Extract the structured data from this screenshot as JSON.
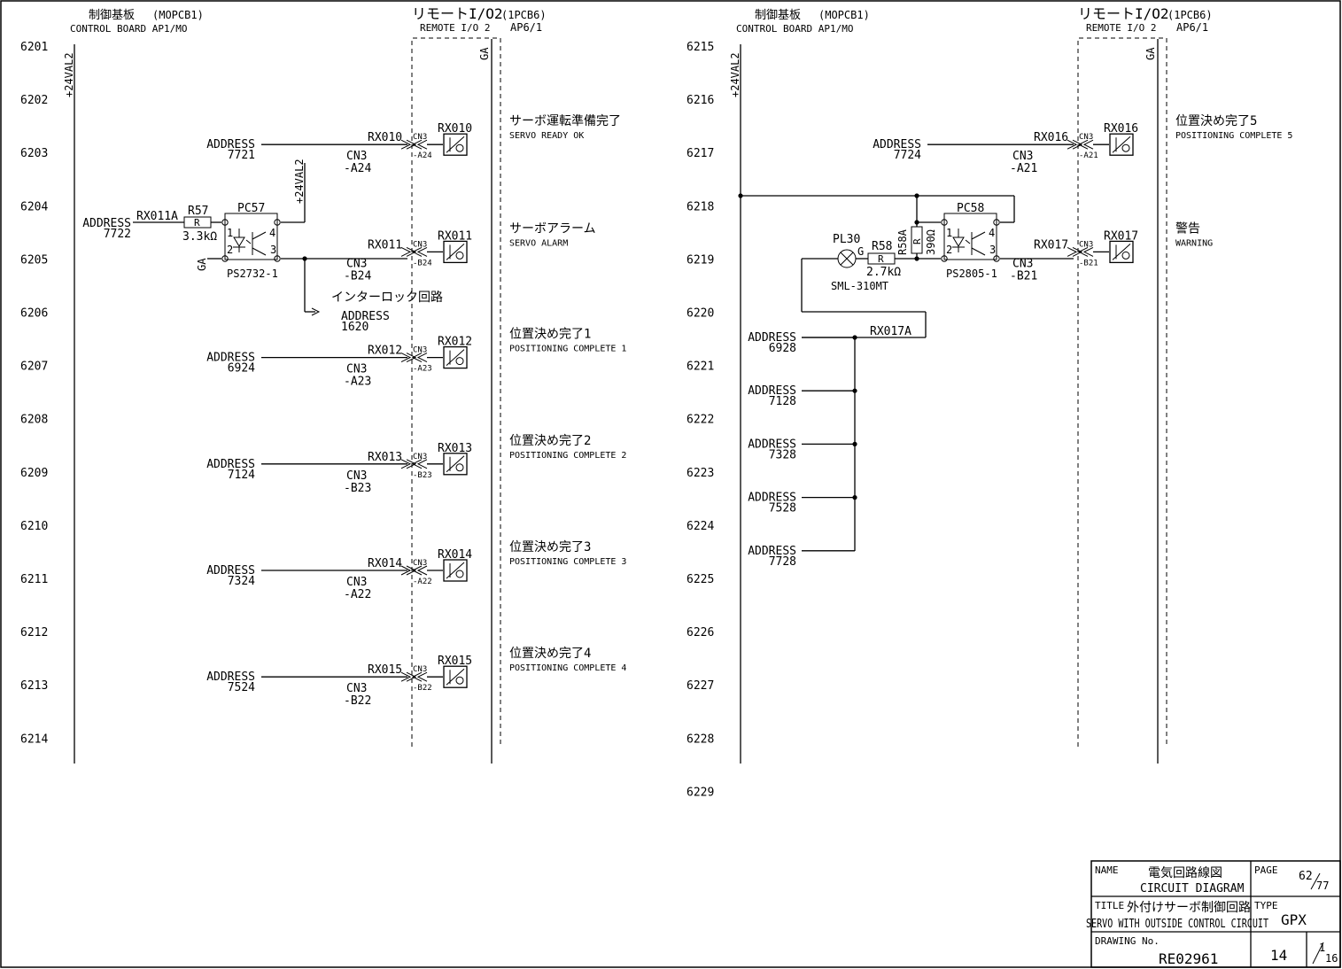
{
  "left": {
    "header": {
      "board_jp": "制御基板",
      "board_code": "(MOPCB1)",
      "board_en": "CONTROL BOARD  AP1/MO",
      "remote_jp": "リモートI/O2",
      "remote_code": "(1PCB6)",
      "remote_en": "REMOTE I/O 2",
      "remote_ap": "AP6/1"
    },
    "rail": "+24VAL2",
    "ga": "GA",
    "lines": [
      "6201",
      "6202",
      "6203",
      "6204",
      "6205",
      "6206",
      "6207",
      "6208",
      "6209",
      "6210",
      "6211",
      "6212",
      "6213",
      "6214"
    ],
    "signals": [
      {
        "row": 2,
        "addr": "ADDRESS",
        "num": "7721",
        "rx": "RX010",
        "pin": "-A24",
        "conn": "CN3",
        "jp": "サーボ運転準備完了",
        "en": "SERVO READY OK"
      },
      {
        "row": 4,
        "addr": "",
        "num": "",
        "rx": "RX011",
        "pin": "-B24",
        "conn": "CN3",
        "jp": "サーボアラーム",
        "en": "SERVO ALARM"
      },
      {
        "row": 6,
        "addr": "ADDRESS",
        "num": "6924",
        "rx": "RX012",
        "pin": "-A23",
        "conn": "CN3",
        "jp": "位置決め完了1",
        "en": "POSITIONING COMPLETE 1"
      },
      {
        "row": 8,
        "addr": "ADDRESS",
        "num": "7124",
        "rx": "RX013",
        "pin": "-B23",
        "conn": "CN3",
        "jp": "位置決め完了2",
        "en": "POSITIONING COMPLETE 2"
      },
      {
        "row": 10,
        "addr": "ADDRESS",
        "num": "7324",
        "rx": "RX014",
        "pin": "-A22",
        "conn": "CN3",
        "jp": "位置決め完了3",
        "en": "POSITIONING COMPLETE 3"
      },
      {
        "row": 12,
        "addr": "ADDRESS",
        "num": "7524",
        "rx": "RX015",
        "pin": "-B22",
        "conn": "CN3",
        "jp": "位置決め完了4",
        "en": "POSITIONING COMPLETE 4"
      }
    ],
    "pc57": {
      "addr": "ADDRESS",
      "num": "7722",
      "rx_in": "RX011A",
      "r_name": "R57",
      "r_box": "R",
      "r_val": "3.3kΩ",
      "pc": "PC57",
      "part": "PS2732-1",
      "rail": "+24VAL2",
      "p1": "1",
      "p2": "2",
      "p3": "3",
      "p4": "4",
      "ga": "GA",
      "interlock": "インターロック回路",
      "il_addr": "ADDRESS",
      "il_num": "1620"
    }
  },
  "right": {
    "header": {
      "board_jp": "制御基板",
      "board_code": "(MOPCB1)",
      "board_en": "CONTROL BOARD  AP1/MO",
      "remote_jp": "リモートI/O2",
      "remote_code": "(1PCB6)",
      "remote_en": "REMOTE I/O 2",
      "remote_ap": "AP6/1"
    },
    "rail": "+24VAL2",
    "ga": "GA",
    "lines": [
      "6215",
      "6216",
      "6217",
      "6218",
      "6219",
      "6220",
      "6221",
      "6222",
      "6223",
      "6224",
      "6225",
      "6226",
      "6227",
      "6228",
      "6229"
    ],
    "signals": [
      {
        "row": 2,
        "addr": "ADDRESS",
        "num": "7724",
        "rx": "RX016",
        "pin": "-A21",
        "conn": "CN3",
        "jp": "位置決め完了5",
        "en": "POSITIONING COMPLETE 5"
      },
      {
        "row": 4,
        "addr": "",
        "num": "",
        "rx": "RX017",
        "pin": "-B21",
        "conn": "CN3",
        "jp": "警告",
        "en": "WARNING"
      }
    ],
    "pc58": {
      "pl": "PL30",
      "g": "G",
      "lamp": "SML-310MT",
      "r_name": "R58",
      "r_box": "R",
      "r_val": "2.7kΩ",
      "ra_name": "R58A",
      "ra_box": "R",
      "ra_val": "390Ω",
      "pc": "PC58",
      "part": "PS2805-1",
      "p1": "1",
      "p2": "2",
      "p3": "3",
      "p4": "4",
      "rx_out": "RX017A"
    },
    "addresses": [
      {
        "addr": "ADDRESS",
        "num": "6928"
      },
      {
        "addr": "ADDRESS",
        "num": "7128"
      },
      {
        "addr": "ADDRESS",
        "num": "7328"
      },
      {
        "addr": "ADDRESS",
        "num": "7528"
      },
      {
        "addr": "ADDRESS",
        "num": "7728"
      }
    ]
  },
  "titleblock": {
    "name_label": "NAME",
    "name_jp": "電気回路線図",
    "name_en": "CIRCUIT DIAGRAM",
    "page_label": "PAGE",
    "page_num": "62",
    "page_total": "77",
    "title_label": "TITLE",
    "title_jp": "外付けサーボ制御回路",
    "title_en": "SERVO WITH OUTSIDE CONTROL CIRCUIT",
    "type_label": "TYPE",
    "type_val": "GPX",
    "drawing_label": "DRAWING No.",
    "drawing_val": "RE02961",
    "sheet": "14",
    "sub_num": "1",
    "sub_total": "16"
  }
}
